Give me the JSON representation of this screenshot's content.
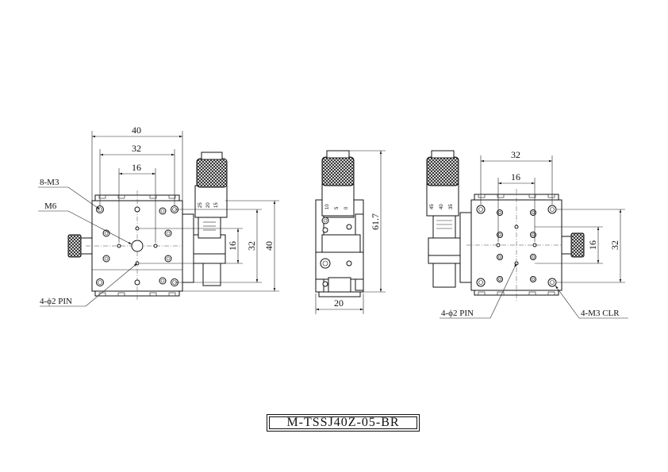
{
  "title": "M-TSSJ40Z-05-BR",
  "views": {
    "front": {
      "dim_width_outer": "40",
      "dim_width_mid": "32",
      "dim_width_inner": "16",
      "dim_height_inner": "16",
      "dim_height_mid": "32",
      "dim_height_outer": "40",
      "label_screw": "8-M3",
      "label_center": "M6",
      "label_pin": "4-ϕ2 PIN"
    },
    "side": {
      "dim_height": "61.7",
      "dim_width": "20",
      "mic_numbers": [
        "10",
        "5",
        "0"
      ]
    },
    "back": {
      "dim_width_mid": "32",
      "dim_width_inner": "16",
      "dim_height_inner": "16",
      "dim_height_mid": "32",
      "label_pin": "4-ϕ2 PIN",
      "label_clr": "4-M3 CLR",
      "mic_numbers": [
        "45",
        "40",
        "35"
      ]
    },
    "front_mic_numbers": [
      "25",
      "20",
      "15"
    ]
  }
}
